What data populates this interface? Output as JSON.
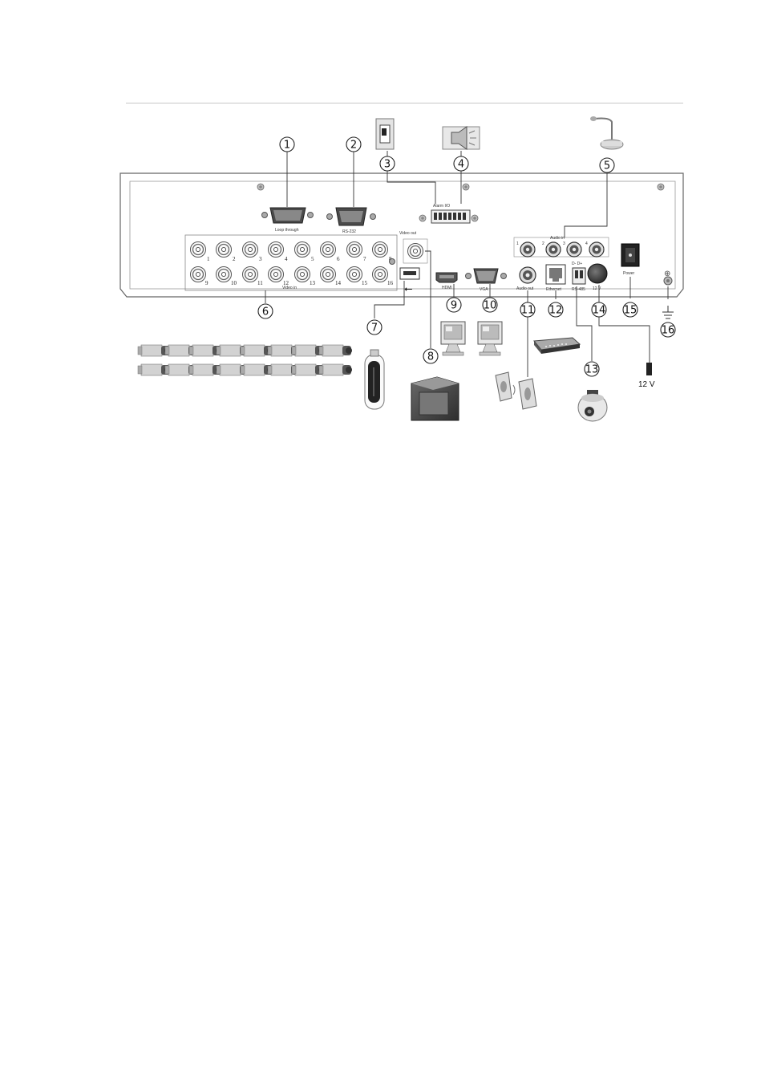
{
  "panel": {
    "loop_through_label": "Loop through",
    "rs232_label": "RS-232",
    "alarm_label": "Alarm I/O",
    "rs485_top_label": "D- D+",
    "audio_in_label": "Audio in",
    "video_out_label": "Video out",
    "video_in_label": "Video in",
    "hdmi_label": "HDMI",
    "vga_label": "VGA",
    "audio_out_label": "Audio out",
    "ethernet_label": "Ethernet",
    "rs485_label": "RS-485",
    "dc_label": "12 V",
    "power_label": "Power",
    "usb_symbol": "⭠",
    "ground_symbol": "⊕",
    "bnc_numbers_top": [
      "1",
      "2",
      "3",
      "4",
      "5",
      "6",
      "7",
      "8"
    ],
    "bnc_numbers_bottom": [
      "9",
      "10",
      "11",
      "12",
      "13",
      "14",
      "15",
      "16"
    ],
    "audio_in_numbers": [
      "1",
      "2",
      "3",
      "4"
    ]
  },
  "callouts": [
    "1",
    "2",
    "3",
    "4",
    "5",
    "6",
    "7",
    "8",
    "9",
    "10",
    "11",
    "12",
    "13",
    "14",
    "15",
    "16"
  ],
  "external": {
    "power_supply_voltage": "12 V"
  }
}
